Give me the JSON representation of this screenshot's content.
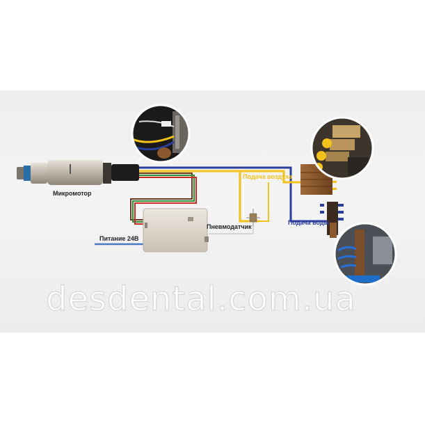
{
  "labels": {
    "micromotor": "Микромотор",
    "power": "Питание 24В",
    "pneumo_sensor": "Пневмодатчик",
    "air_supply": "Подача воздуха",
    "water_supply": "Подача воды"
  },
  "watermark": "desdental.com.ua",
  "colors": {
    "background": "#eeeeee",
    "air_line": "#f3c21a",
    "water_line": "#2a3f9c",
    "brown_line": "#6b3a1f",
    "green_line": "#2e8b3a",
    "red_line": "#cc2b1f",
    "power_cable": "#4a79c4",
    "micromotor_body": "#cbc3b8",
    "control_box": "#d9d3c9",
    "manifold_brown": "#8a5a2e"
  }
}
